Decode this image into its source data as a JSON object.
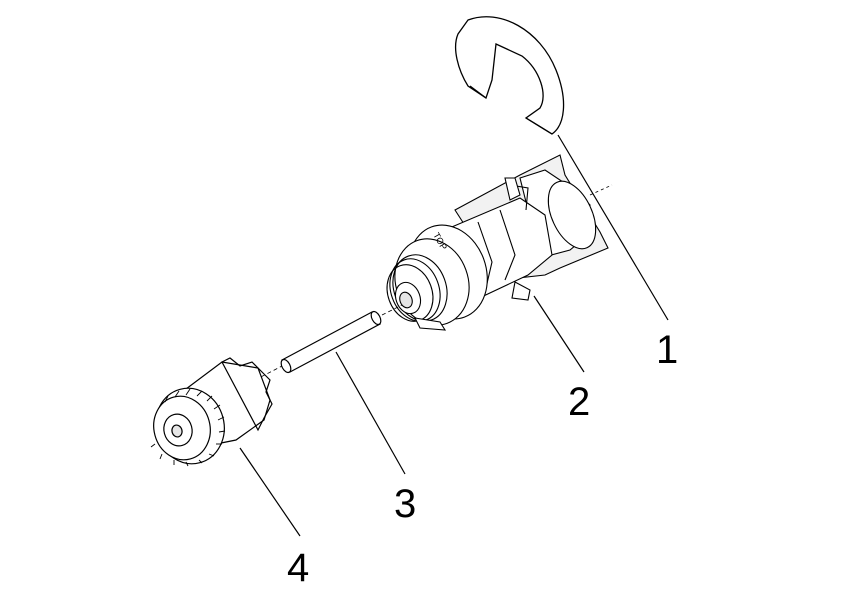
{
  "callouts": [
    {
      "id": "1",
      "label": "1",
      "part": "retaining-clip"
    },
    {
      "id": "2",
      "label": "2",
      "part": "cartridge-housing"
    },
    {
      "id": "3",
      "label": "3",
      "part": "spindle-pin"
    },
    {
      "id": "4",
      "label": "4",
      "part": "splined-knob"
    }
  ],
  "housing_marking": "TOP",
  "colors": {
    "line": "#000000",
    "fill": "#ffffff",
    "shade": "#e6e6e6"
  }
}
